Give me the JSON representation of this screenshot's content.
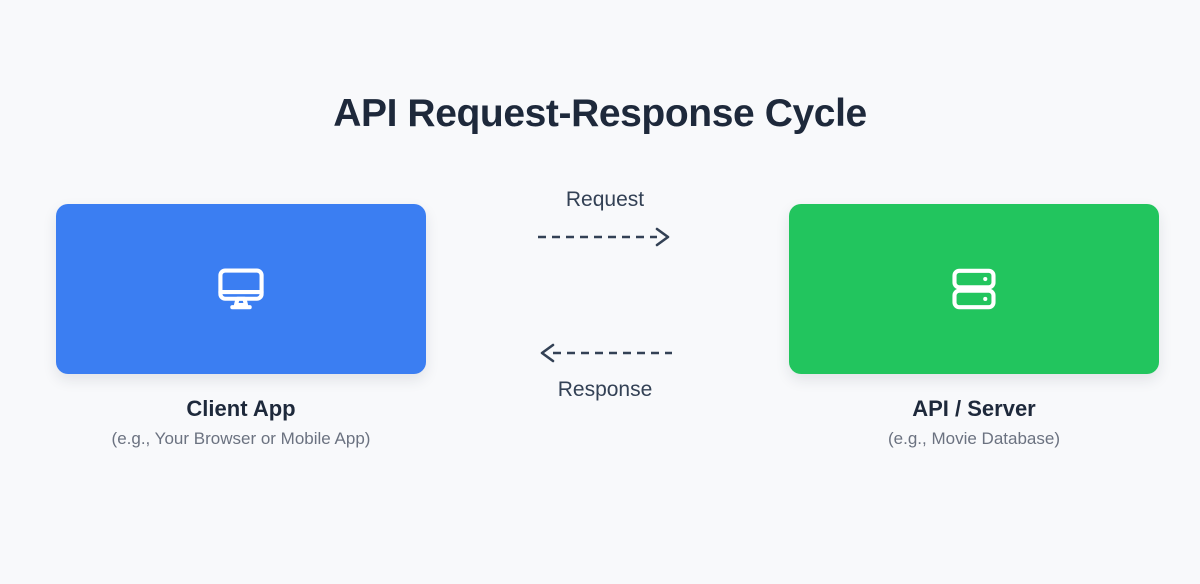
{
  "page": {
    "title": "API Request-Response Cycle",
    "background_color": "#f8f9fb",
    "title_color": "#1e293b"
  },
  "nodes": [
    {
      "id": "client",
      "icon": "desktop-monitor-icon",
      "box_color": "#3b7ef2",
      "title": "Client App",
      "subtitle": "(e.g., Your Browser or Mobile App)"
    },
    {
      "id": "server",
      "icon": "server-rack-icon",
      "box_color": "#22c55e",
      "title": "API / Server",
      "subtitle": "(e.g., Movie Database)"
    }
  ],
  "flows": [
    {
      "id": "request",
      "label": "Request",
      "direction": "right",
      "style": "dashed",
      "color": "#334155"
    },
    {
      "id": "response",
      "label": "Response",
      "direction": "left",
      "style": "dashed",
      "color": "#334155"
    }
  ]
}
